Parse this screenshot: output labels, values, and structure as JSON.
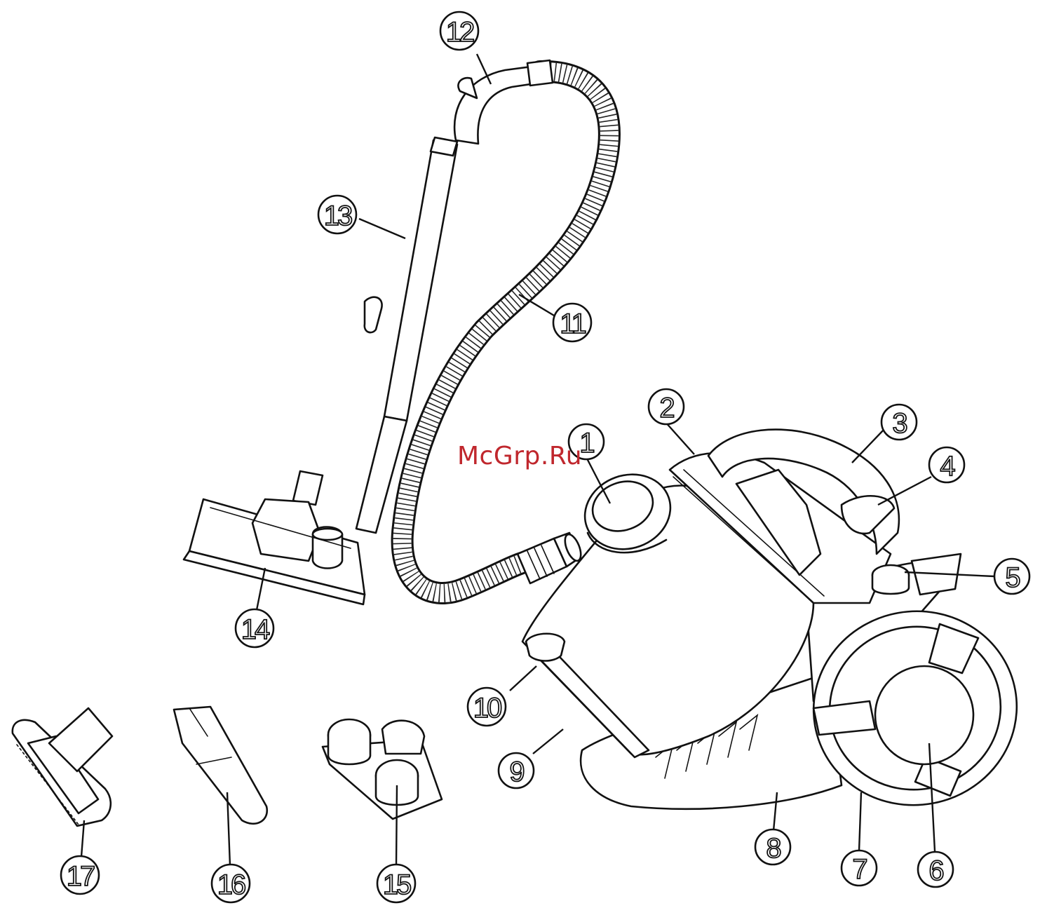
{
  "watermark": "McGrp.Ru",
  "callouts": [
    {
      "num": "1",
      "part": "dust-container-inlet"
    },
    {
      "num": "2",
      "part": "cyclone-cover"
    },
    {
      "num": "3",
      "part": "carry-handle"
    },
    {
      "num": "4",
      "part": "handle-release-button"
    },
    {
      "num": "5",
      "part": "power-switch"
    },
    {
      "num": "6",
      "part": "wheel-hub"
    },
    {
      "num": "7",
      "part": "rear-wheel"
    },
    {
      "num": "8",
      "part": "body-housing"
    },
    {
      "num": "9",
      "part": "container-base"
    },
    {
      "num": "10",
      "part": "container-release-latch"
    },
    {
      "num": "11",
      "part": "flexible-hose"
    },
    {
      "num": "12",
      "part": "hose-handle"
    },
    {
      "num": "13",
      "part": "telescopic-tube"
    },
    {
      "num": "14",
      "part": "floor-brush"
    },
    {
      "num": "15",
      "part": "accessory-holder"
    },
    {
      "num": "16",
      "part": "crevice-nozzle"
    },
    {
      "num": "17",
      "part": "upholstery-brush"
    }
  ]
}
